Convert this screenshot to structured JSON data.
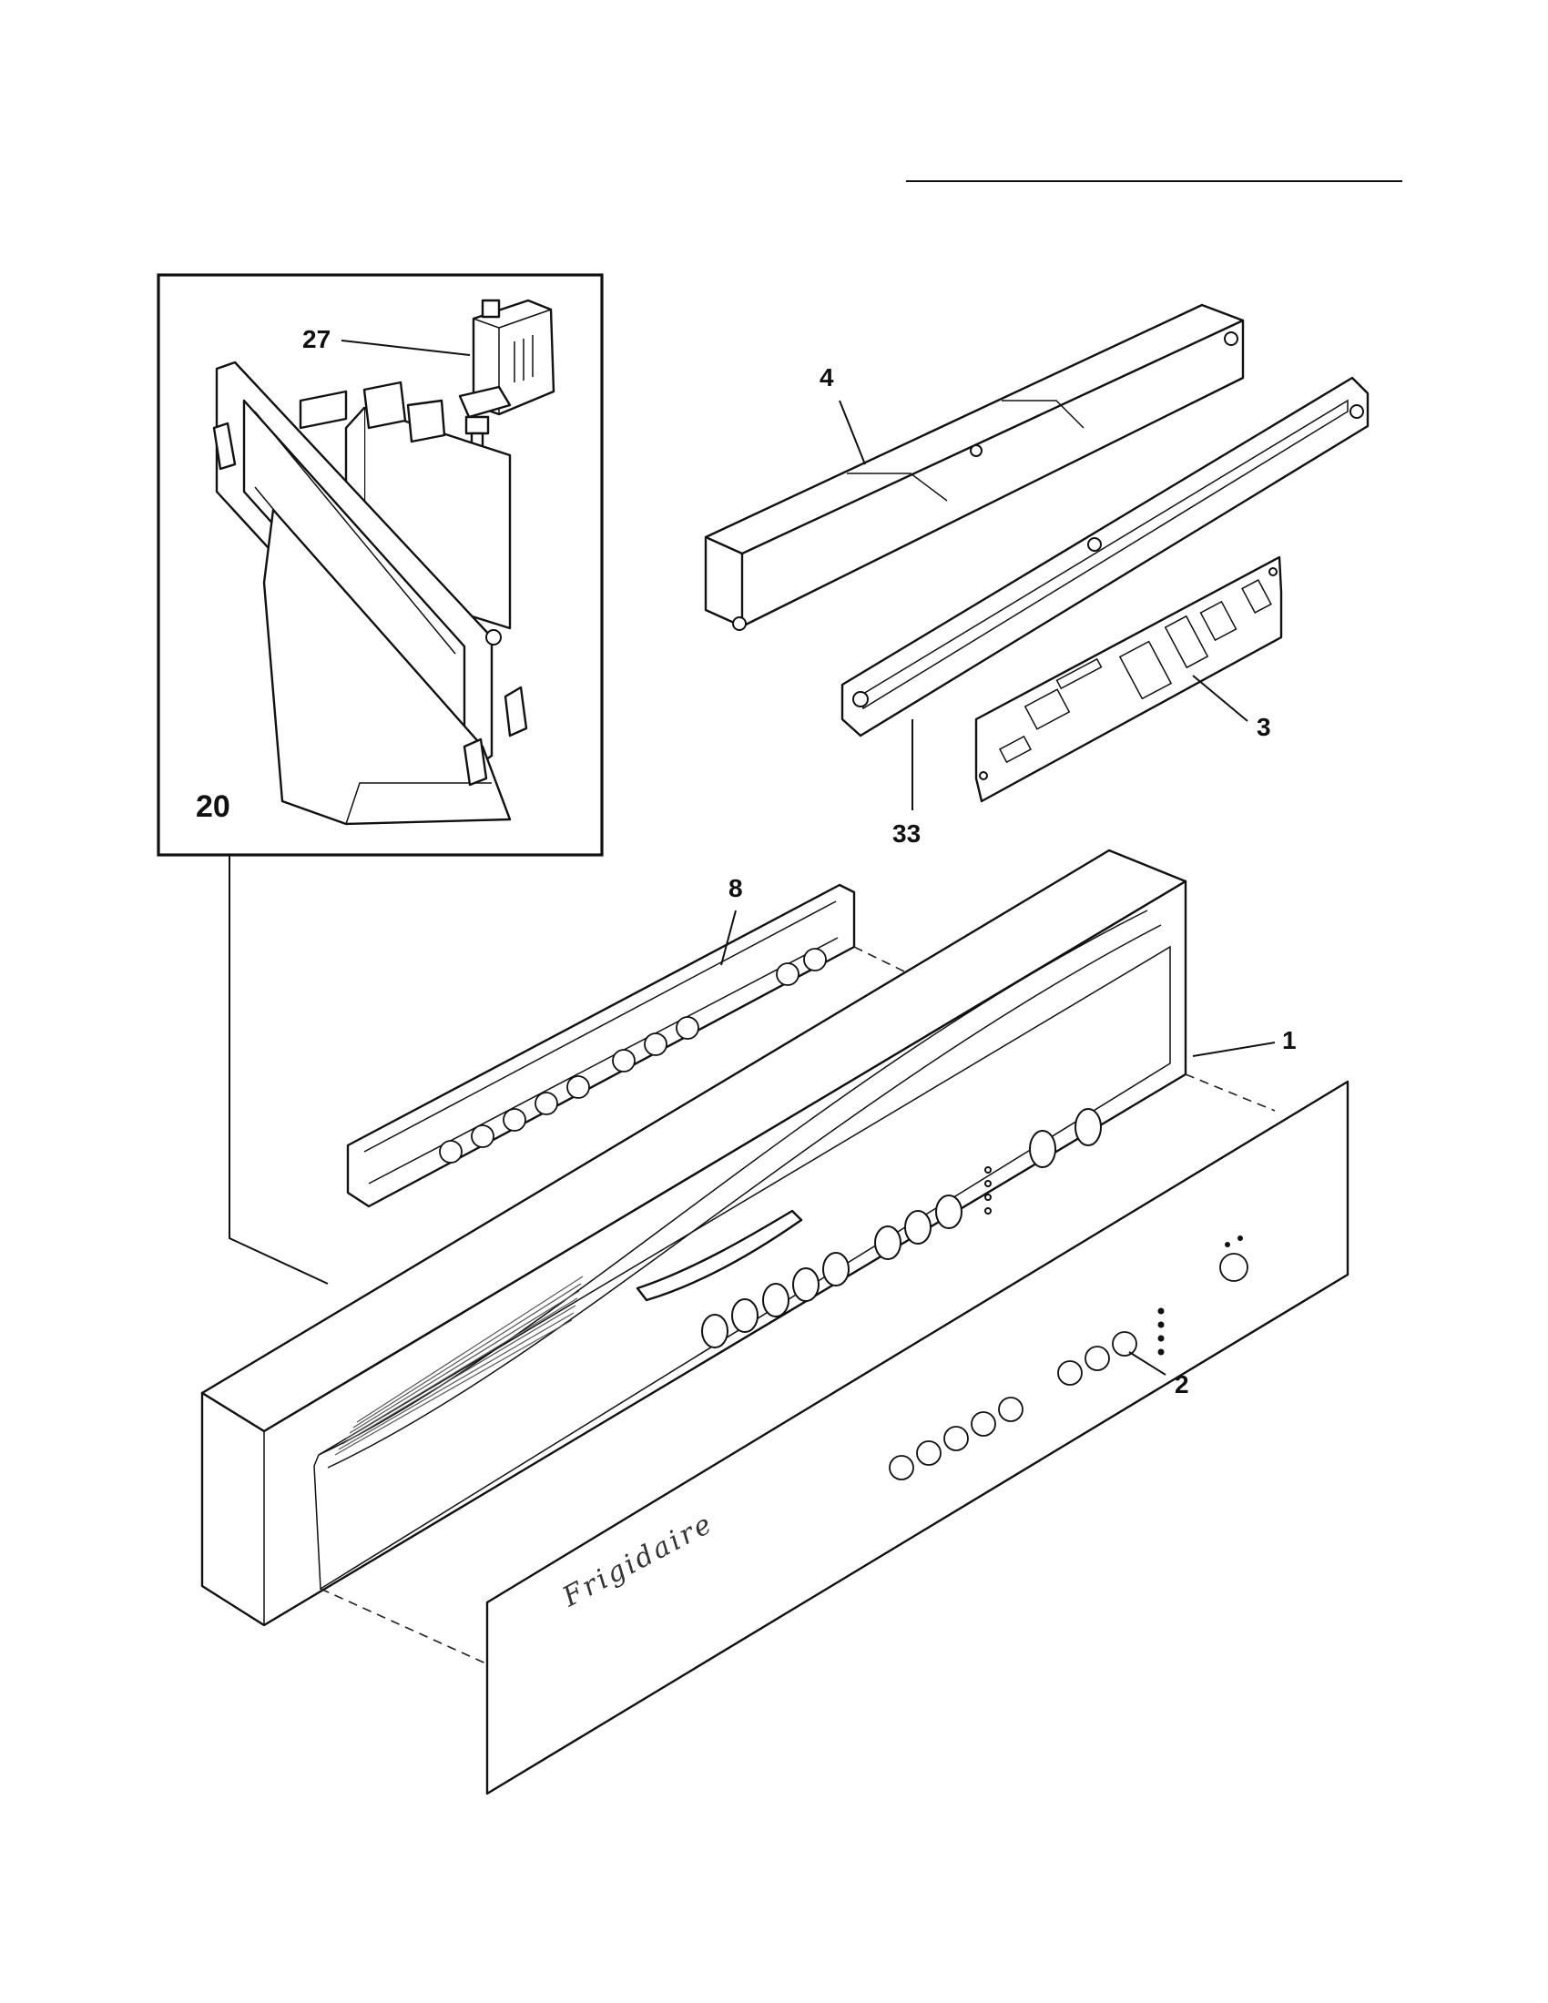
{
  "diagram": {
    "header_rule": true,
    "callouts": {
      "part_1": "1",
      "part_2": "2",
      "part_3": "3",
      "part_4": "4",
      "part_8": "8",
      "part_20": "20",
      "part_27": "27",
      "part_33": "33"
    },
    "fascia_logo": "Frigidaire"
  }
}
